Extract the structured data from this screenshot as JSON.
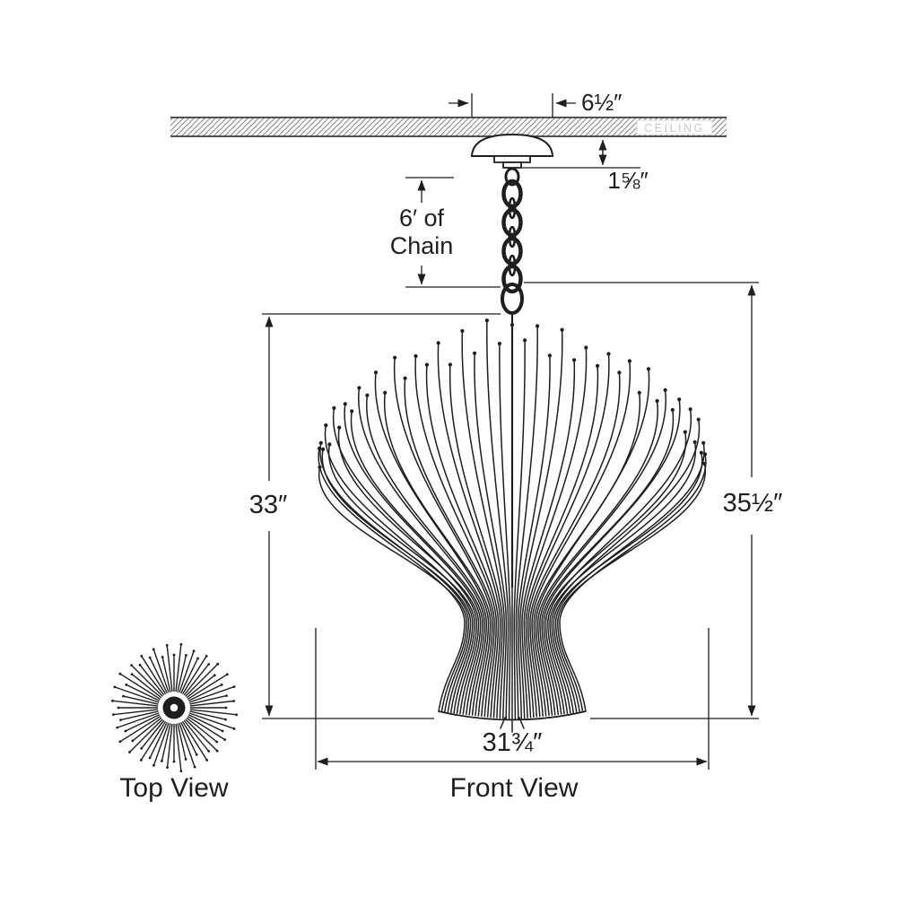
{
  "diagram": {
    "labels": {
      "ceiling": "CEILING",
      "canopy_width": "6½″",
      "canopy_drop": "1⅝″",
      "chain_length_line1": "6′ of",
      "chain_length_line2": "Chain",
      "fixture_height": "33″",
      "overall_height": "35½″",
      "fixture_width": "31¾″",
      "top_view": "Top View",
      "front_view": "Front View"
    },
    "colors": {
      "line": "#1e1e1e",
      "ceiling_text": "#c9c9c9",
      "hatch": "#8a8a8a",
      "background": "#ffffff"
    }
  }
}
